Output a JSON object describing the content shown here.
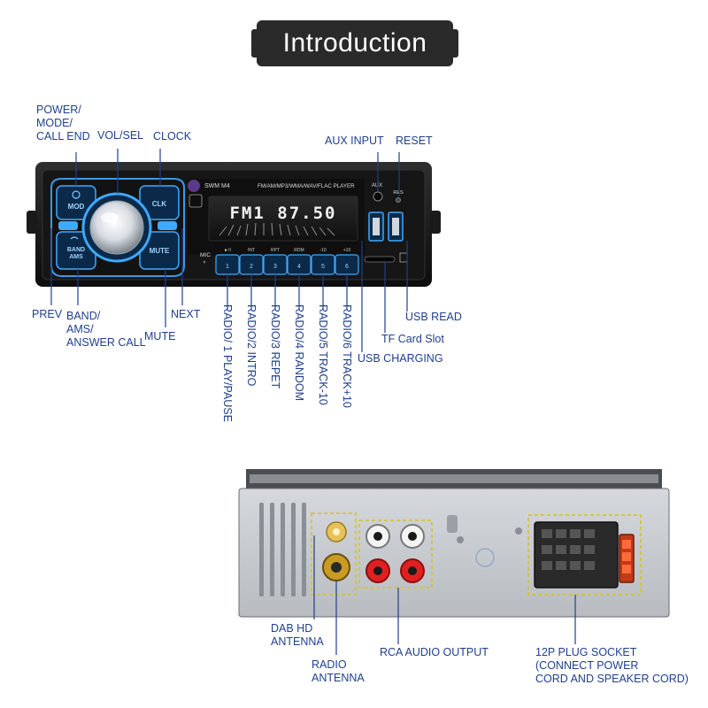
{
  "title": "Introduction",
  "front_panel": {
    "model": "SWM  M4",
    "formats": "FM/AM/MP3/WMA/WAV/FLAC  PLAYER",
    "display": "FM1 87.50",
    "mod_label": "MOD",
    "clk_label": "CLK",
    "band_label": "BAND\nAMS",
    "mute_label": "MUTE",
    "mic_label": "MIC",
    "aux_label": "AUX",
    "res_label": "RES",
    "preset_buttons": [
      {
        "num": "1",
        "label": "►II"
      },
      {
        "num": "2",
        "label": "INT"
      },
      {
        "num": "3",
        "label": "RPT"
      },
      {
        "num": "4",
        "label": "RDM"
      },
      {
        "num": "5",
        "label": "-10"
      },
      {
        "num": "6",
        "label": "+10"
      }
    ]
  },
  "labels": {
    "power": "POWER/\nMODE/\nCALL END",
    "vol": "VOL/SEL",
    "clock": "CLOCK",
    "aux_input": "AUX INPUT",
    "reset": "RESET",
    "prev": "PREV",
    "band": "BAND/\nAMS/\nANSWER CALL",
    "mute": "MUTE",
    "next": "NEXT",
    "usb_read": "USB READ",
    "tf_slot": "TF Card Slot",
    "usb_charging": "USB CHARGING",
    "radio1": "RADIO/ 1  PLAY/PAUSE",
    "radio2": "RADIO/2  INTRO",
    "radio3": "RADIO/3  REPET",
    "radio4": "RADIO/4  RANDOM",
    "radio5": "RADIO/5  TRACK-10",
    "radio6": "RADIO/6  TRACK+10",
    "dab": "DAB HD\nANTENNA",
    "radio_antenna": "RADIO\nANTENNA",
    "rca": "RCA AUDIO OUTPUT",
    "plug": "12P PLUG SOCKET\n(CONNECT POWER\nCORD AND SPEAKER CORD)"
  },
  "colors": {
    "accent": "#1f3f8c",
    "led_blue": "#3fa9ff",
    "callout_yellow": "#d6c21a"
  }
}
